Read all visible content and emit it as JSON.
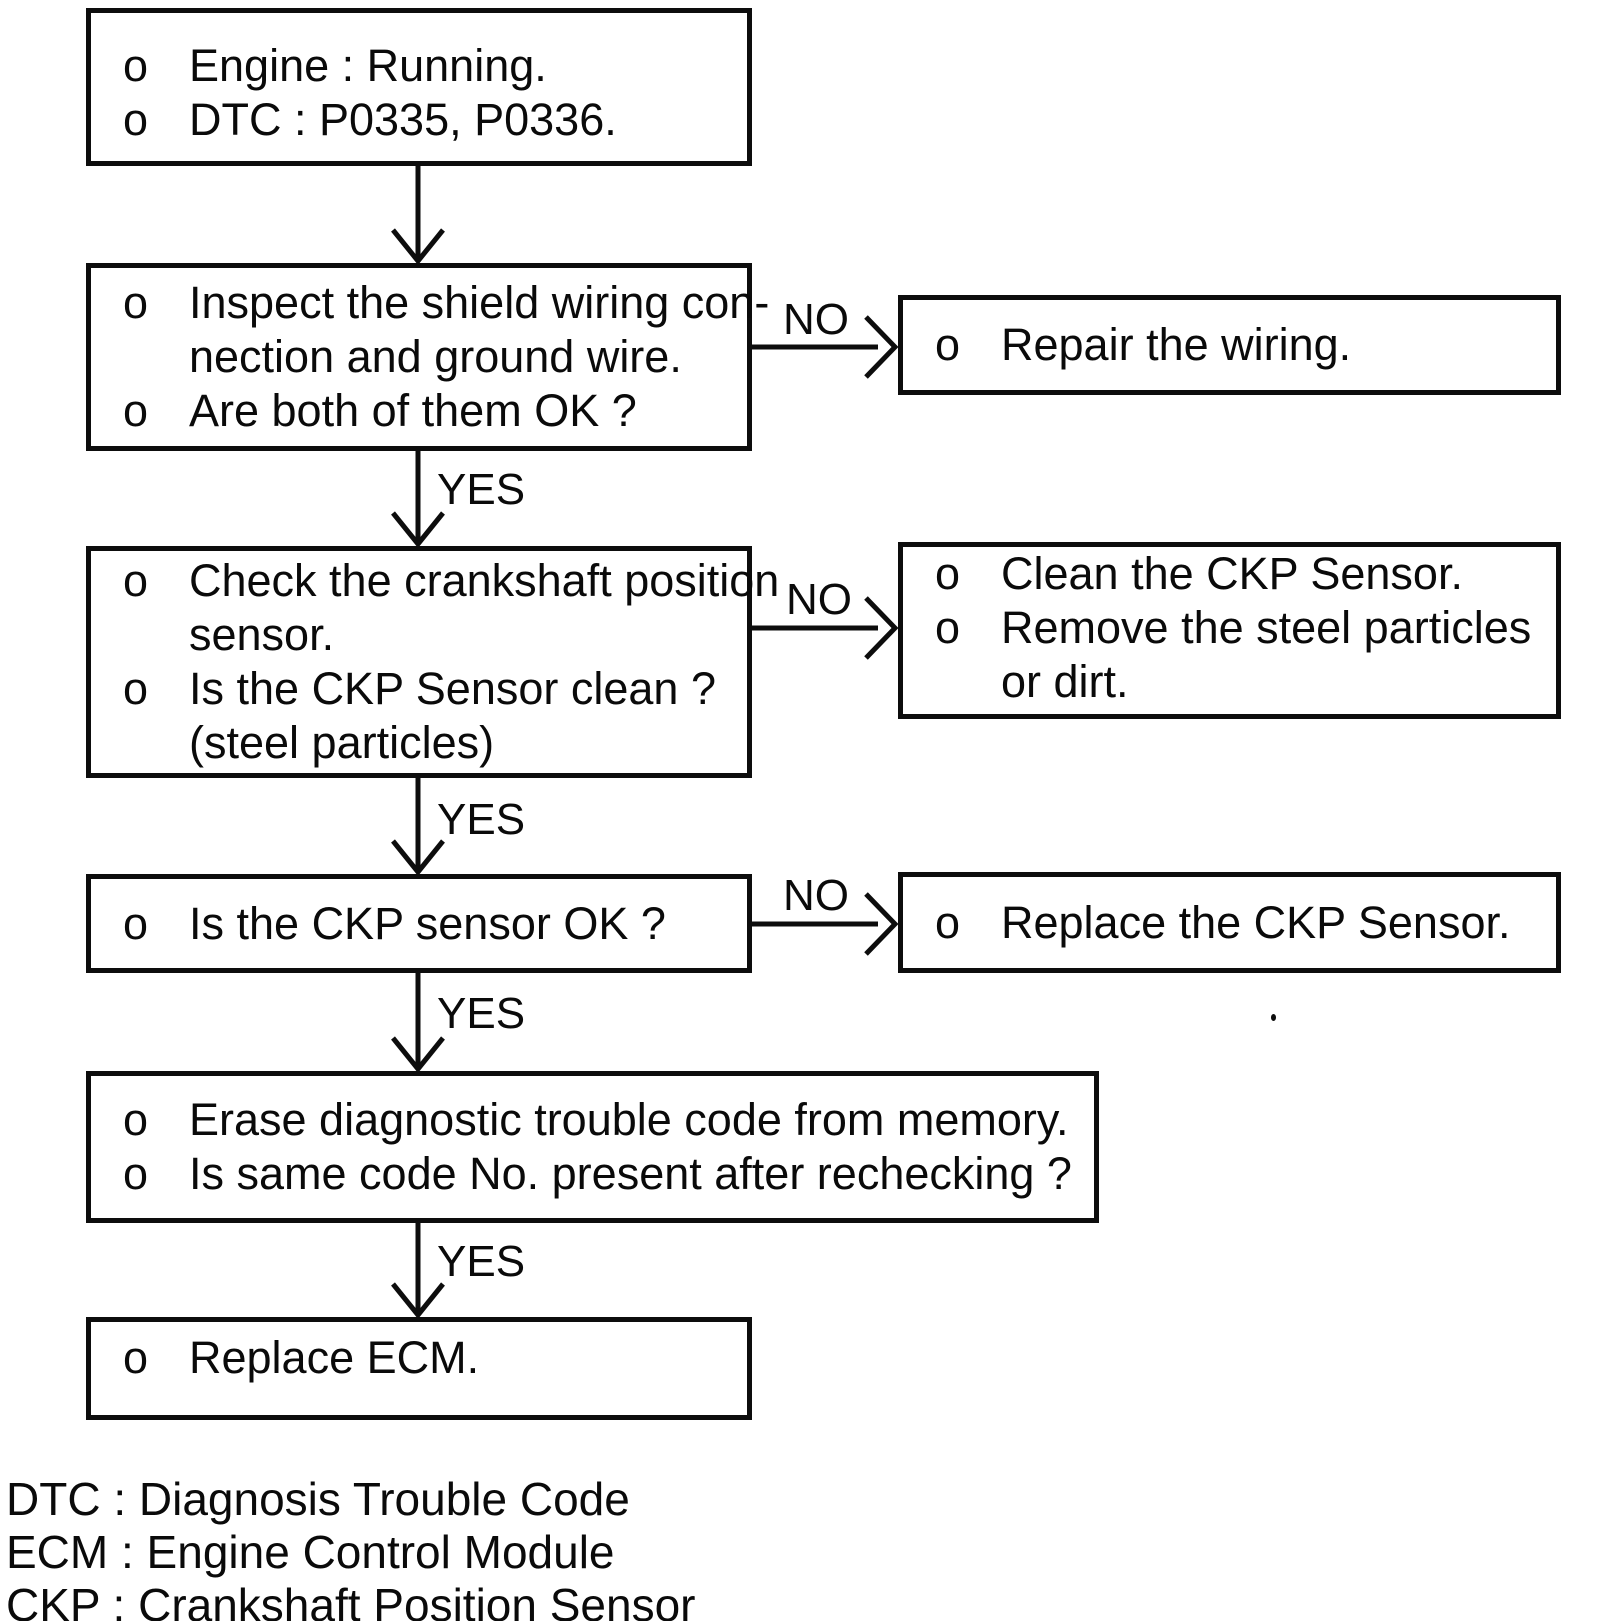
{
  "labels": {
    "yes": "YES",
    "no": "NO"
  },
  "flowchart": {
    "boxes": {
      "start": {
        "lines": [
          {
            "b": "o",
            "t": "Engine : Running."
          },
          {
            "b": "o",
            "t": "DTC : P0335, P0336."
          }
        ]
      },
      "inspect": {
        "lines": [
          {
            "b": "o",
            "t": "Inspect the shield wiring con-"
          },
          {
            "t": "nection and ground wire."
          },
          {
            "b": "o",
            "t": "Are both of them OK ?"
          }
        ]
      },
      "check": {
        "lines": [
          {
            "b": "o",
            "t": "Check the crankshaft position"
          },
          {
            "t": "sensor."
          },
          {
            "b": "o",
            "t": "Is the CKP Sensor clean ?"
          },
          {
            "t": "(steel particles)"
          }
        ]
      },
      "sensor_ok": {
        "lines": [
          {
            "b": "o",
            "t": "Is the CKP sensor OK ?"
          }
        ]
      },
      "erase": {
        "lines": [
          {
            "b": "o",
            "t": "Erase diagnostic trouble code from memory."
          },
          {
            "b": "o",
            "t": "Is same code No. present after rechecking ?"
          }
        ]
      },
      "replace_ecm": {
        "lines": [
          {
            "b": "o",
            "t": "Replace ECM."
          }
        ]
      },
      "repair": {
        "lines": [
          {
            "b": "o",
            "t": "Repair the wiring."
          }
        ]
      },
      "clean": {
        "lines": [
          {
            "b": "o",
            "t": "Clean the CKP Sensor."
          },
          {
            "b": "o",
            "t": "Remove the steel particles"
          },
          {
            "t": "or dirt."
          }
        ]
      },
      "replace_ckp": {
        "lines": [
          {
            "b": "o",
            "t": "Replace the CKP Sensor."
          }
        ]
      }
    }
  },
  "legend": {
    "items": [
      "DTC : Diagnosis Trouble Code",
      "ECM : Engine Control Module",
      "CKP : Crankshaft Position Sensor"
    ]
  }
}
